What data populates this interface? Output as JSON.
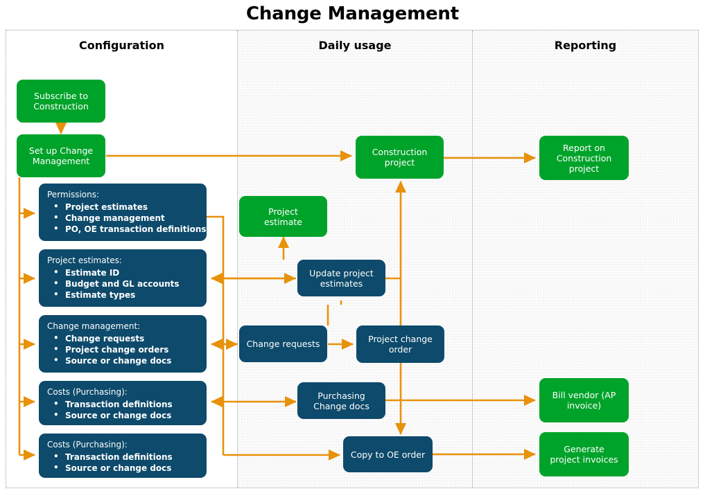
{
  "page": {
    "title": "Change Management",
    "accent_orange": "#e8910a",
    "green": "#00a32a",
    "navy": "#0d4a6b",
    "frame_border": "#9a9a9a"
  },
  "lanes": [
    {
      "id": "configuration",
      "title": "Configuration"
    },
    {
      "id": "daily-usage",
      "title": "Daily usage"
    },
    {
      "id": "reporting",
      "title": "Reporting"
    }
  ],
  "nodes": {
    "subscribe_construction": {
      "label": "Subscribe to\nConstruction",
      "color": "green",
      "lane": "configuration"
    },
    "set_up_change_management": {
      "label": "Set up Change\nManagement",
      "color": "green",
      "lane": "configuration"
    },
    "construction_project": {
      "label": "Construction\nproject",
      "color": "green",
      "lane": "daily-usage"
    },
    "report_on_construction": {
      "label": "Report on\nConstruction\nproject",
      "color": "green",
      "lane": "reporting"
    },
    "project_estimate": {
      "label": "Project\nestimate",
      "color": "green",
      "lane": "daily-usage"
    },
    "update_project_estimates": {
      "label": "Update project\nestimates",
      "color": "navy",
      "lane": "daily-usage"
    },
    "change_requests": {
      "label": "Change requests",
      "color": "navy",
      "lane": "daily-usage"
    },
    "project_change_order": {
      "label": "Project change\norder",
      "color": "navy",
      "lane": "daily-usage"
    },
    "purchasing_change_docs": {
      "label": "Purchasing\nChange docs",
      "color": "navy",
      "lane": "daily-usage"
    },
    "copy_to_oe_order": {
      "label": "Copy to OE order",
      "color": "navy",
      "lane": "daily-usage"
    },
    "bill_vendor": {
      "label": "Bill vendor (AP\ninvoice)",
      "color": "green",
      "lane": "reporting"
    },
    "generate_project_invoices": {
      "label": "Generate\nproject invoices",
      "color": "green",
      "lane": "reporting"
    }
  },
  "config_detail_boxes": [
    {
      "id": "permissions",
      "heading": "Permissions:",
      "items": [
        "Project estimates",
        "Change management",
        "PO, OE transaction definitions"
      ]
    },
    {
      "id": "project-estimates",
      "heading": "Project estimates:",
      "items": [
        "Estimate ID",
        "Budget and GL accounts",
        "Estimate types"
      ]
    },
    {
      "id": "change-management",
      "heading": "Change management:",
      "items": [
        "Change requests",
        "Project change orders",
        "Source or change docs"
      ]
    },
    {
      "id": "costs-purchasing-1",
      "heading": "Costs  (Purchasing):",
      "items": [
        "Transaction definitions",
        "Source or change docs"
      ]
    },
    {
      "id": "costs-purchasing-2",
      "heading": "Costs  (Purchasing):",
      "items": [
        "Transaction definitions",
        "Source or change docs"
      ]
    }
  ]
}
